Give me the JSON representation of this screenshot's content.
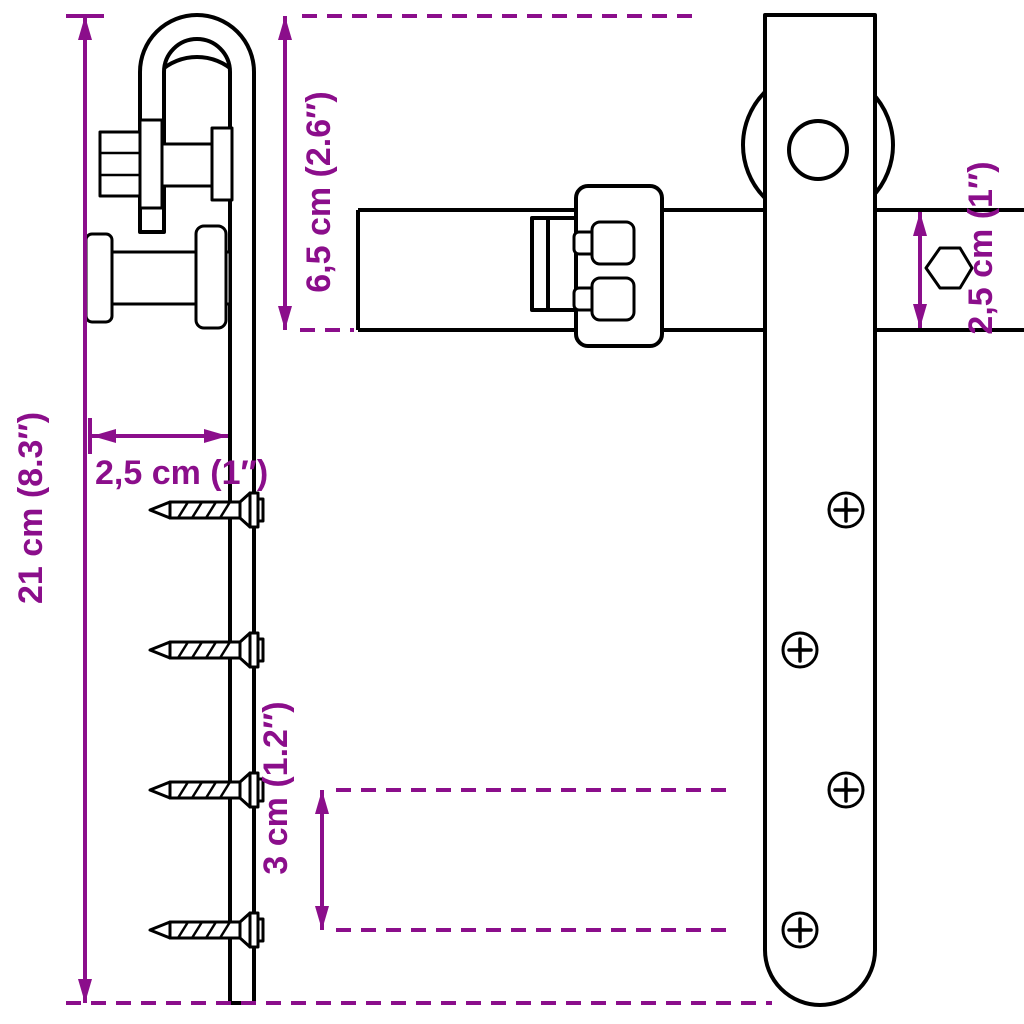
{
  "colors": {
    "dimension": "#8B0E8B",
    "outline": "#000000",
    "background": "#FFFFFF"
  },
  "diagram": {
    "labels": {
      "total_height": "21 cm (8.3″)",
      "bracket_width": "2,5 cm (1″)",
      "hanger_height": "6,5 cm (2.6″)",
      "screw_spacing": "3 cm (1.2″)",
      "rail_height": "2,5 cm (1″)"
    }
  }
}
